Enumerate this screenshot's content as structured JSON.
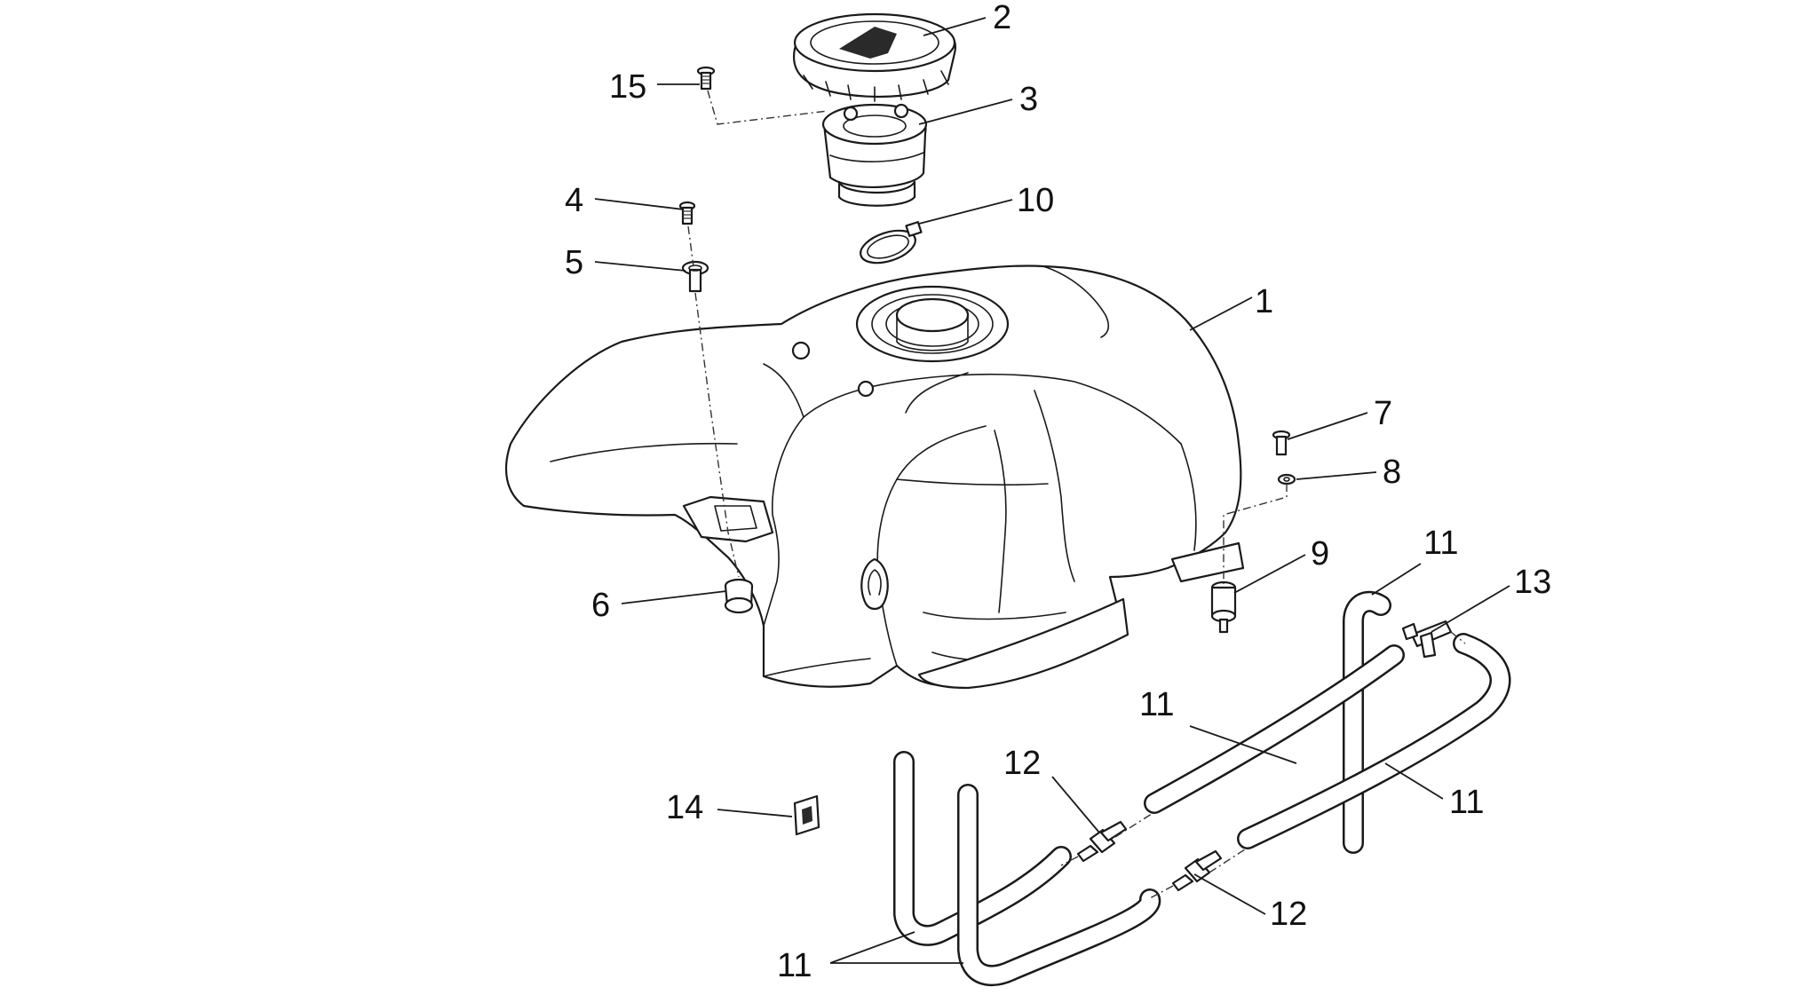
{
  "diagram": {
    "labels": {
      "tank": "1",
      "filler_cap": "2",
      "cap_ring": "3",
      "screw_4": "4",
      "bush_5": "5",
      "grommet_6": "6",
      "screw_7": "7",
      "washer_8": "8",
      "rubber_mount_9": "9",
      "hose_clamp_10": "10",
      "hose_11_top": "11",
      "hose_11_upper_left": "11",
      "hose_11_right": "11",
      "hose_11_bottom": "11",
      "connector_12_left": "12",
      "connector_12_right": "12",
      "tee_13": "13",
      "clip_14": "14",
      "screw_15": "15"
    }
  }
}
